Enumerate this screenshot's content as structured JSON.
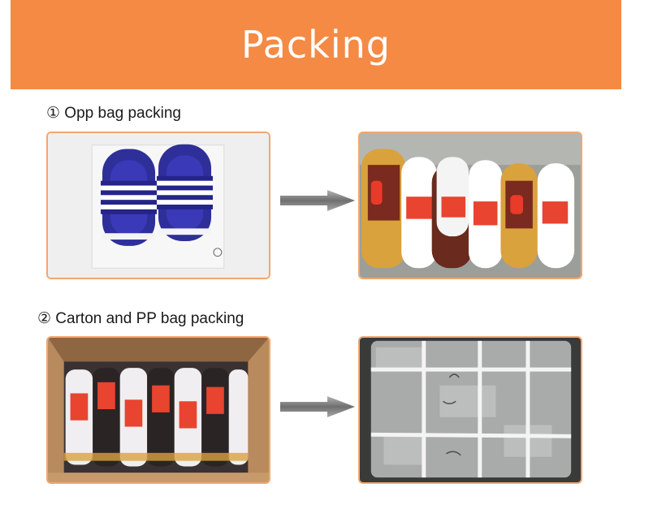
{
  "banner": {
    "title": "Packing"
  },
  "sections": [
    {
      "label": "① Opp bag packing"
    },
    {
      "label": "② Carton and PP bag packing"
    }
  ],
  "icons": {
    "arrow": "arrow-right-icon"
  },
  "colors": {
    "banner": "#f58a45",
    "photo_border": "#f2a771",
    "arrow": "#7a7a7a"
  }
}
